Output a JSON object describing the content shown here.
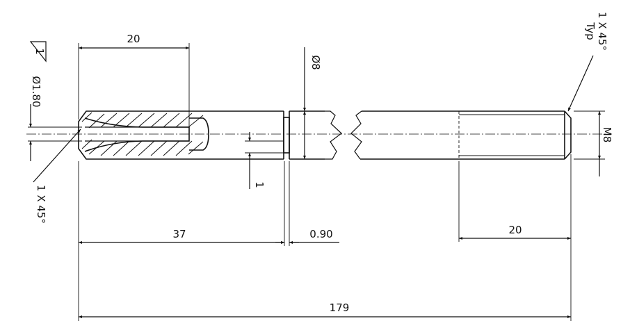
{
  "drawing": {
    "dimensions": {
      "bore_depth": "20",
      "pin_diameter": "Ø8",
      "bore_diameter": "Ø1.80",
      "note_symbol": "1",
      "chamfer_left": "1 X 45°",
      "chamfer_right": "1 X 45°",
      "chamfer_right_note": "Typ",
      "groove_offset": "1",
      "length_to_groove": "37",
      "groove_width": "0.90",
      "thread_length": "20",
      "thread_size": "M8",
      "overall_length": "179"
    }
  }
}
